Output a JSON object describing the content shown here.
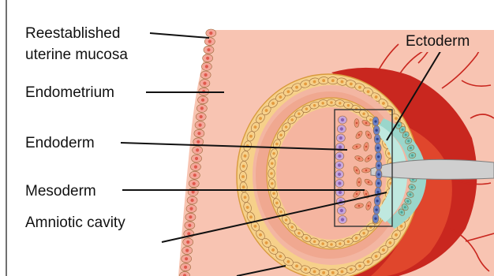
{
  "diagram": {
    "labels": {
      "uterine_mucosa_line1": "Reestablished",
      "uterine_mucosa_line2": "uterine mucosa",
      "endometrium": "Endometrium",
      "endoderm": "Endoderm",
      "mesoderm": "Mesoderm",
      "amniotic_cavity": "Amniotic cavity",
      "ectoderm": "Ectoderm"
    },
    "colors": {
      "background": "#ffffff",
      "endometrium_fill": "#f8c4b2",
      "mucosa_cell": "#f4a79a",
      "mucosa_nucleus": "#e0584c",
      "trophoblast_cell": "#f6d08a",
      "trophoblast_nucleus": "#e49a3e",
      "cavity_fill": "#f3b6a2",
      "maternal_blood": "#c9271f",
      "ectoderm_cell": "#6d82c4",
      "endoderm_cell": "#c7a6dc",
      "mesoderm_cell": "#f28f72",
      "amnion_fill": "#a9e0d6",
      "yolk_region": "#ee8a78",
      "connecting_stalk": "#c9c9c9",
      "leader_line": "#111111"
    }
  }
}
